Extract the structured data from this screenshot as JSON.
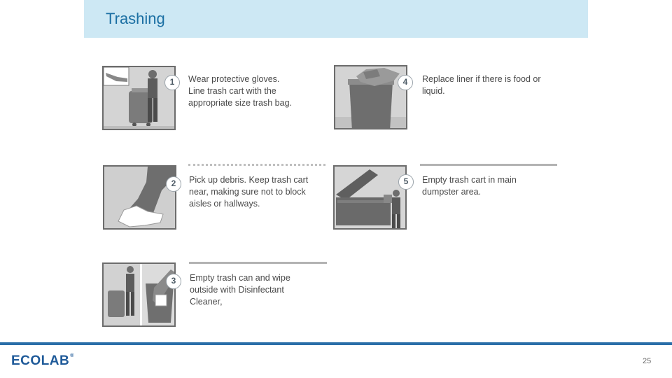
{
  "slide": {
    "title": "Trashing",
    "page_number": "25"
  },
  "steps": [
    {
      "number": "1",
      "text_lines": [
        "Wear protective gloves.",
        "Line trash cart with the",
        "appropriate size trash bag."
      ]
    },
    {
      "number": "2",
      "text_lines": [
        "Pick up debris. Keep trash cart",
        "near, making sure not to block",
        "aisles or hallways."
      ]
    },
    {
      "number": "3",
      "text_lines": [
        "Empty trash can and wipe",
        "outside with Disinfectant",
        "Cleaner,"
      ]
    },
    {
      "number": "4",
      "text_lines": [
        "Replace liner if there is food or",
        "liquid."
      ]
    },
    {
      "number": "5",
      "text_lines": [
        "Empty trash cart in main",
        "dumpster area."
      ]
    }
  ],
  "footer": {
    "logo_text": "ECOLAB",
    "logo_mark": "®",
    "line_color": "#2a6ea8"
  },
  "colors": {
    "title_band": "#cde8f4",
    "title_text": "#1b6fa3",
    "logo": "#1f5a99"
  }
}
